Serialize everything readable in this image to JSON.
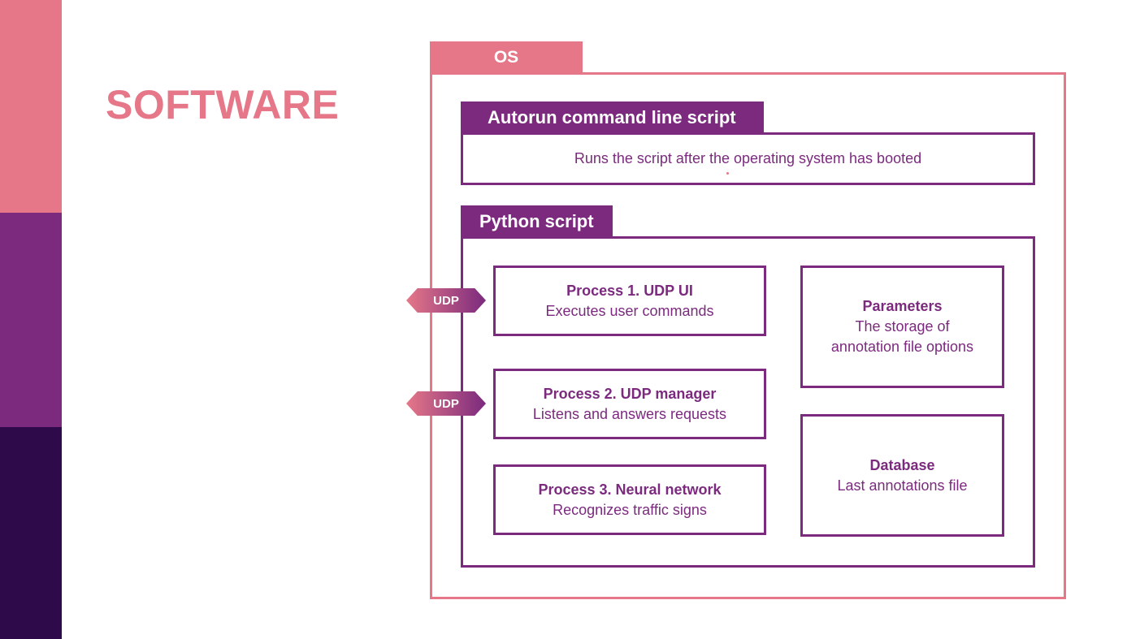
{
  "colors": {
    "pink": "#e57788",
    "purple": "#7b2a7e",
    "dark_purple": "#2e0a4a",
    "white": "#ffffff"
  },
  "slide": {
    "title": "SOFTWARE"
  },
  "os": {
    "label": "OS"
  },
  "autorun": {
    "title": "Autorun command line script",
    "description": "Runs the script after the operating system has booted"
  },
  "python": {
    "title": "Python script",
    "processes": [
      {
        "title": "Process 1. UDP UI",
        "description": "Executes user commands",
        "port": "UDP"
      },
      {
        "title": "Process 2. UDP manager",
        "description": "Listens and answers requests",
        "port": "UDP"
      },
      {
        "title": "Process 3. Neural network",
        "description": "Recognizes traffic signs"
      }
    ],
    "parameters": {
      "title": "Parameters",
      "line1": "The storage of",
      "line2": "annotation file options"
    },
    "database": {
      "title": "Database",
      "description": "Last annotations file"
    }
  }
}
